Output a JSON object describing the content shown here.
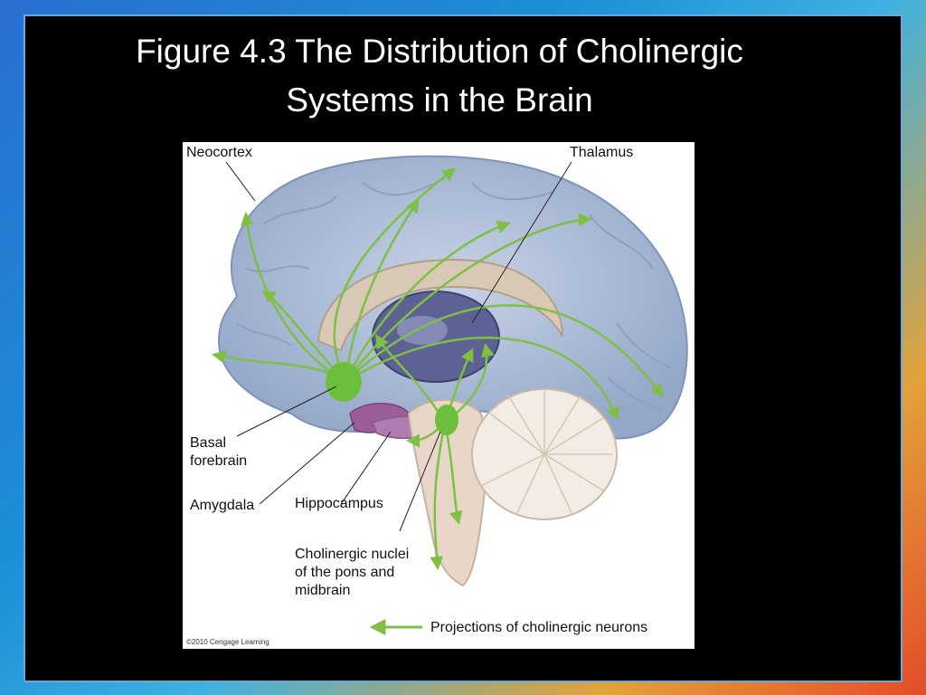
{
  "slide": {
    "title_line1": "Figure 4.3 The Distribution of Cholinergic",
    "title_line2": "Systems in the Brain"
  },
  "figure": {
    "labels": {
      "neocortex": "Neocortex",
      "thalamus": "Thalamus",
      "basal_forebrain": "Basal\nforebrain",
      "amygdala": "Amygdala",
      "hippocampus": "Hippocampus",
      "cholinergic_nuclei": "Cholinergic nuclei\nof the pons and\nmidbrain"
    },
    "legend": {
      "text": "Projections of cholinergic neurons"
    },
    "copyright": "©2010 Cengage Learning"
  },
  "colors": {
    "cortex": "#aab9d4",
    "projection": "#7dc043",
    "nucleus": "#6cbf3a",
    "thalamus": "#5a5a8c",
    "brainstem": "#e8d7c8",
    "cerebellum": "#f2ece4"
  }
}
